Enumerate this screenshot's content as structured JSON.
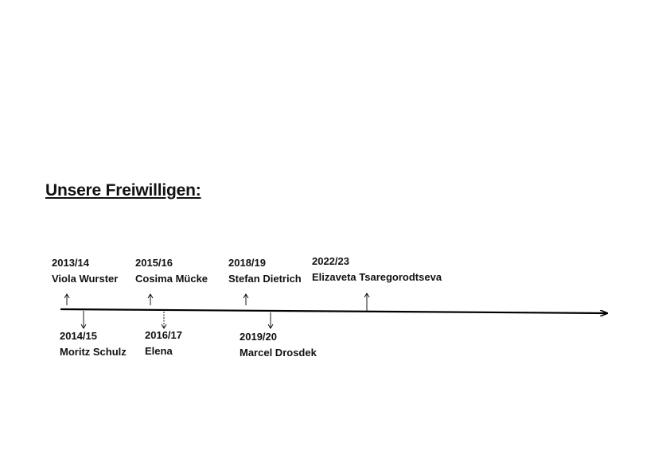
{
  "heading": "Unsere Freiwilligen:",
  "entries": [
    {
      "year": "2013/14",
      "name": "Viola Wurster"
    },
    {
      "year": "2014/15",
      "name": "Moritz Schulz"
    },
    {
      "year": "2015/16",
      "name": "Cosima Mücke"
    },
    {
      "year": "2016/17",
      "name": "Elena"
    },
    {
      "year": "2018/19",
      "name": "Stefan Dietrich"
    },
    {
      "year": "2019/20",
      "name": "Marcel Drosdek"
    },
    {
      "year": "2022/23",
      "name": "Elizaveta Tsaregorodtseva"
    }
  ]
}
